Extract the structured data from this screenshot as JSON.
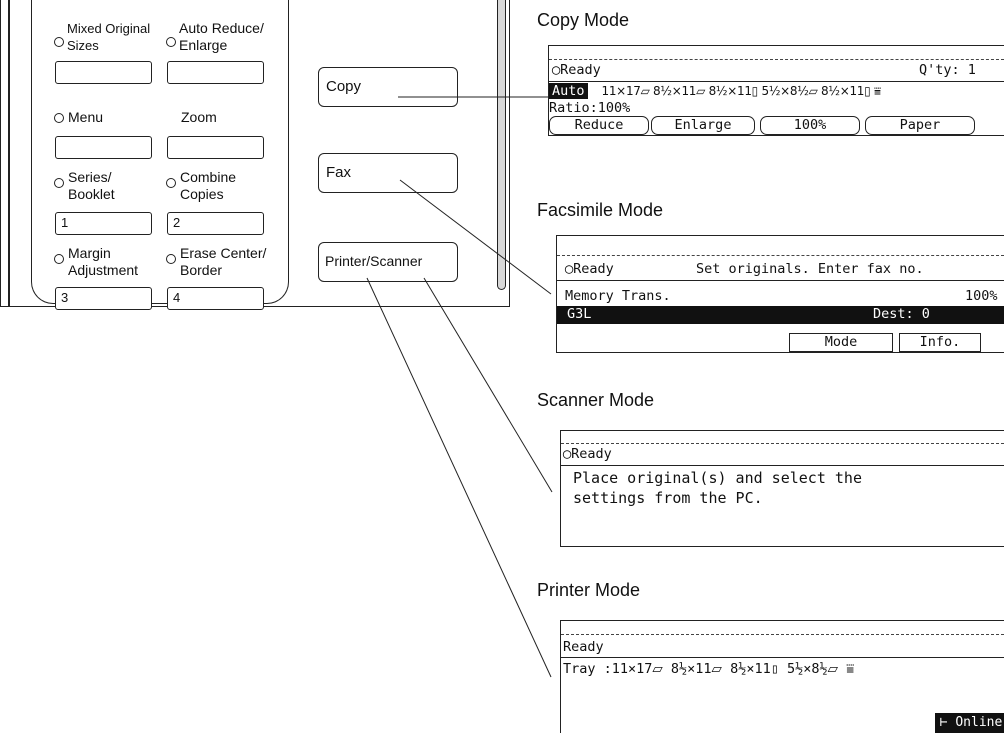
{
  "panel": {
    "rows": [
      {
        "left": {
          "text": "Mixed Original\nSizes",
          "key": ""
        },
        "right": {
          "text": "Auto Reduce/\nEnlarge",
          "key": ""
        }
      },
      {
        "left": {
          "text": "Menu",
          "key": ""
        },
        "right": {
          "text": "Zoom",
          "key": ""
        }
      },
      {
        "left": {
          "text": "Series/\nBooklet",
          "key": "1"
        },
        "right": {
          "text": "Combine\nCopies",
          "key": "2"
        }
      },
      {
        "left": {
          "text": "Margin\nAdjustment",
          "key": "3"
        },
        "right": {
          "text": "Erase Center/\nBorder",
          "key": "4"
        }
      }
    ],
    "mode_buttons": {
      "copy": "Copy",
      "fax": "Fax",
      "printer_scanner": "Printer/Scanner"
    }
  },
  "copy_mode": {
    "title": "Copy Mode",
    "status": "Ready",
    "qty": "Q'ty:  1",
    "auto": "Auto",
    "paper_sizes": "11×17⏥ 8½×11⏥ 8½×11▯ 5½×8½⏥ 8½×11▯ ⩸",
    "ratio": "Ratio:100%",
    "buttons": [
      "Reduce",
      "Enlarge",
      "100%",
      "Paper"
    ]
  },
  "fax_mode": {
    "title": "Facsimile Mode",
    "status": "Ready",
    "message": "Set originals. Enter fax no.",
    "memory": "Memory Trans.",
    "percent": "100%",
    "g3": "G3L",
    "dest": "Dest:  0",
    "buttons": [
      "Mode",
      "Info."
    ]
  },
  "scanner_mode": {
    "title": "Scanner Mode",
    "status": "Ready",
    "line1": "Place original(s) and select the",
    "line2": "settings from the PC."
  },
  "printer_mode": {
    "title": "Printer Mode",
    "status": "Ready",
    "tray": "Tray  :11×17⏥ 8½×11⏥ 8½×11▯ 5½×8½⏥ ⩸",
    "online": "⊢ Online"
  }
}
